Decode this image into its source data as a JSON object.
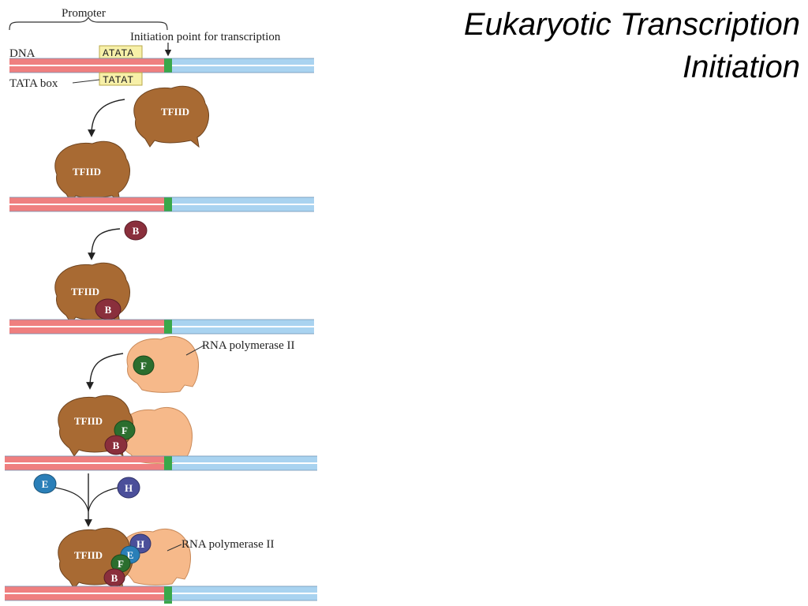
{
  "title_line1": "Eukaryotic Transcription",
  "title_line2": "Initiation",
  "labels": {
    "promoter": "Promoter",
    "initiation_point": "Initiation point for transcription",
    "dna": "DNA",
    "tata_box": "TATA box",
    "seq_top": "ATATA",
    "seq_bottom": "TATAT",
    "rna_pol_1": "RNA polymerase II",
    "rna_pol_2": "RNA polymerase II"
  },
  "factors": {
    "tfiid": "TFIID",
    "b": "B",
    "f": "F",
    "e": "E",
    "h": "H"
  },
  "colors": {
    "promoter_dna": "#ef7f7f",
    "coding_dna": "#a9d3f0",
    "start_marker": "#3aa84a",
    "tfiid": "#a86a33",
    "tfiib": "#8a2f3c",
    "rna_polymerase": "#f6b98a",
    "tfiif": "#2b6e2e",
    "tfiie": "#2a7fb8",
    "tfiih": "#4b4f9a",
    "tata_box_fill": "#f7f0a8"
  }
}
